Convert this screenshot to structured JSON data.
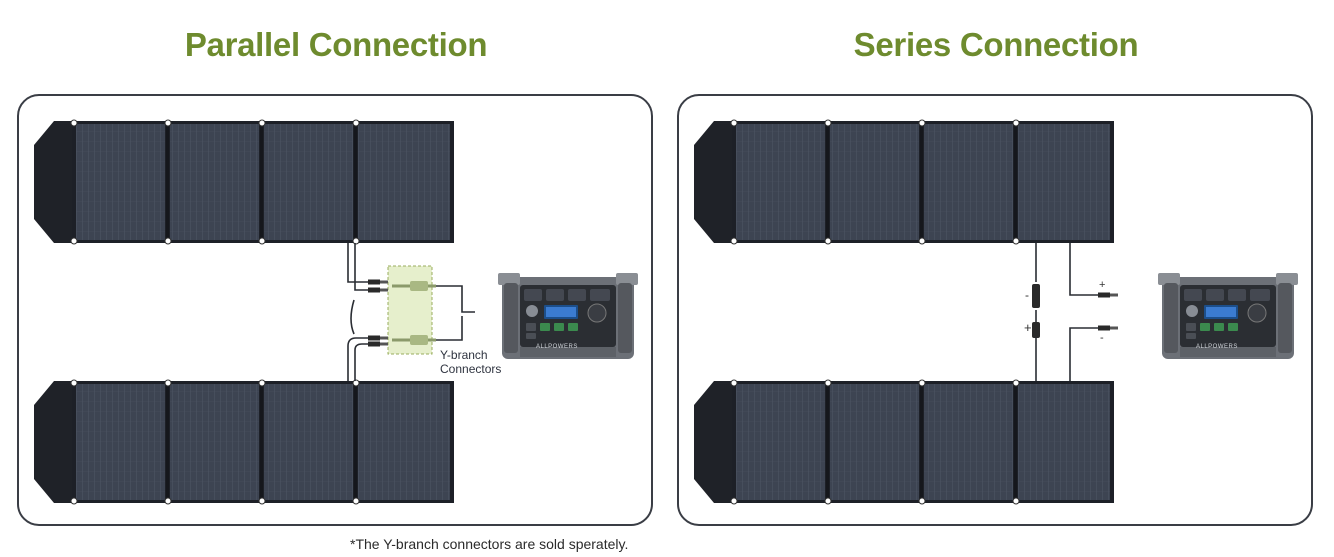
{
  "parallel": {
    "title": "Parallel Connection",
    "connector_label_1": "Y-branch",
    "connector_label_2": "Connectors"
  },
  "series": {
    "title": "Series Connection",
    "plus_sign": "+",
    "minus_sign": "-"
  },
  "station": {
    "brand": "ALLPOWERS"
  },
  "footnote": "*The Y-branch connectors are sold sperately.",
  "colors": {
    "title_green": "#6e8b2e",
    "frame": "#3a3d45",
    "panel_cell": "#3d4452",
    "panel_frame": "#1d2027",
    "connector_highlight": "#e6efcc"
  }
}
